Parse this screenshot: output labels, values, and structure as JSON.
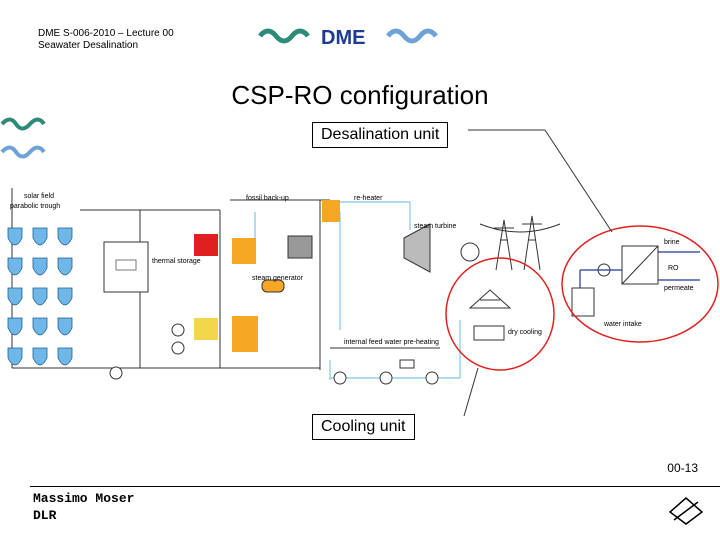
{
  "header": {
    "line1": "DME S-006-2010 – Lecture 00",
    "line2": "Seawater Desalination"
  },
  "logo_text": "DME",
  "title": "CSP-RO configuration",
  "callouts": {
    "desalination": "Desalination unit",
    "cooling": "Cooling unit"
  },
  "diagram_labels": {
    "solar_field": "solar field",
    "parabolic_trough": "parabolic trough",
    "fossil_backup": "fossil back-up",
    "reheater": "re-heater",
    "steam_turbine": "steam turbine",
    "thermal_storage": "thermal storage",
    "steam_generator": "steam generator",
    "dry_cooling": "dry cooling",
    "internal_feed_water": "internal feed water pre-heating",
    "brine": "brine",
    "ro": "RO",
    "permeate": "permeate",
    "water_intake": "water intake"
  },
  "page_number": "00-13",
  "author": {
    "name": "Massimo Moser",
    "org": "DLR"
  },
  "colors": {
    "logo_blue": "#1f3a93",
    "wave_teal": "#2e8b7a",
    "wave_blue": "#6fa3d8",
    "circle_red": "#e02020",
    "pipe_blue": "#7ec8e3",
    "red_box": "#e02020",
    "yellow_box": "#f2d64b"
  }
}
